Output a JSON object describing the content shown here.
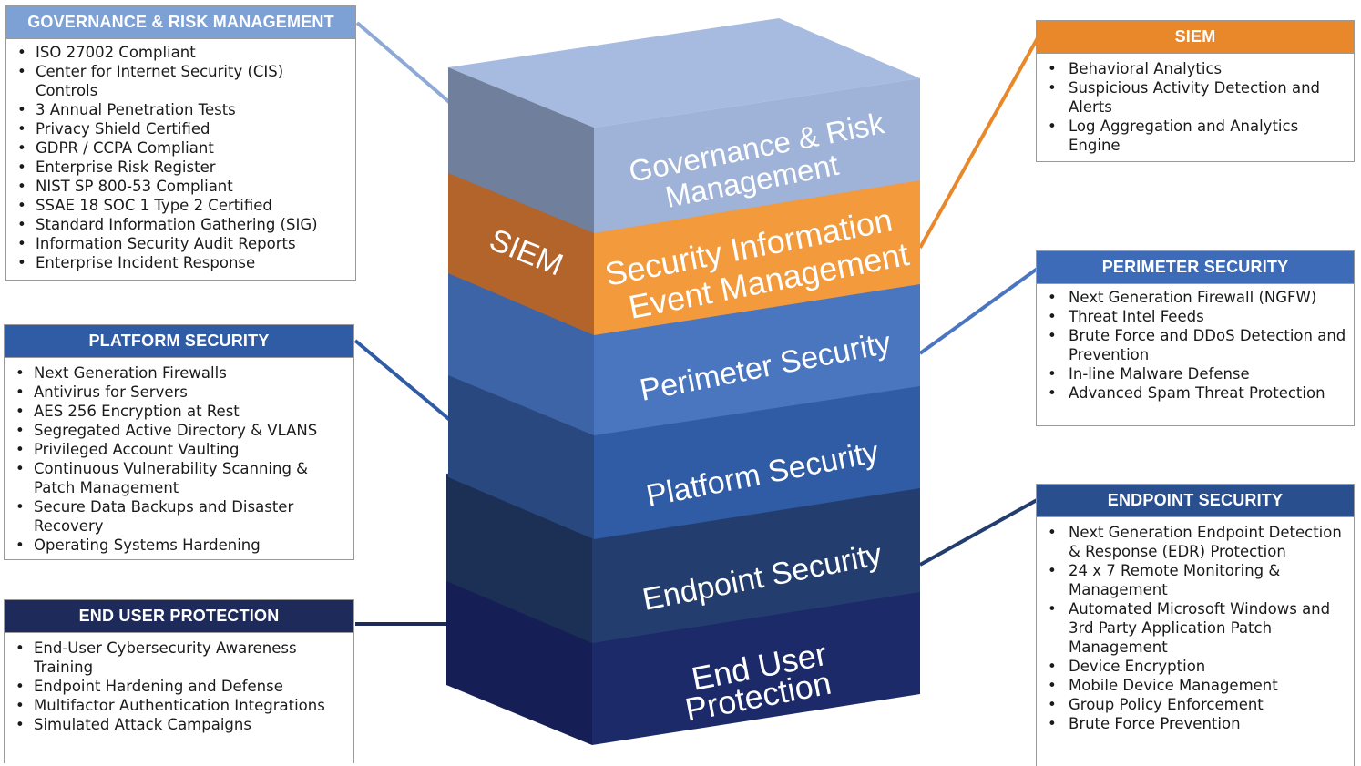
{
  "colors": {
    "governance": "#a3b7dd",
    "siem": "#f29a3c",
    "siem_header": "#e8882a",
    "perimeter": "#4a76c0",
    "platform": "#2f5ca5",
    "endpoint": "#233e6e",
    "enduser": "#1d2a6a",
    "header_blue": "#2f5ca5",
    "header_gov": "#7ea1d5",
    "header_navy": "#1d2a5a"
  },
  "layers": {
    "governance": [
      "Governance & Risk",
      "Management"
    ],
    "siem_side": "SIEM",
    "siem": [
      "Security Information",
      "Event Management"
    ],
    "perimeter": "Perimeter Security",
    "platform": "Platform Security",
    "endpoint": "Endpoint Security",
    "enduser": [
      "End User",
      "Protection"
    ]
  },
  "panels": {
    "governance": {
      "title": "GOVERNANCE & RISK MANAGEMENT",
      "items": [
        "ISO 27002 Compliant",
        "Center for Internet Security (CIS) Controls",
        "3 Annual Penetration Tests",
        "Privacy Shield Certified",
        "GDPR / CCPA Compliant",
        "Enterprise Risk Register",
        "NIST SP 800-53 Compliant",
        "SSAE 18 SOC 1 Type 2 Certified",
        "Standard Information Gathering (SIG)",
        "Information Security Audit Reports",
        "Enterprise Incident Response"
      ]
    },
    "platform": {
      "title": "PLATFORM SECURITY",
      "items": [
        "Next Generation Firewalls",
        "Antivirus for Servers",
        "AES 256 Encryption at Rest",
        "Segregated Active Directory & VLANS",
        "Privileged Account Vaulting",
        "Continuous Vulnerability Scanning & Patch Management",
        "Secure Data Backups and Disaster Recovery",
        "Operating Systems Hardening"
      ]
    },
    "enduser": {
      "title": "END USER PROTECTION",
      "items": [
        "End-User Cybersecurity Awareness Training",
        "Endpoint Hardening and Defense",
        "Multifactor Authentication Integrations",
        "Simulated Attack Campaigns"
      ]
    },
    "siem": {
      "title": "SIEM",
      "items": [
        "Behavioral Analytics",
        "Suspicious Activity Detection and Alerts",
        "Log Aggregation and Analytics Engine"
      ]
    },
    "perimeter": {
      "title": "PERIMETER SECURITY",
      "items": [
        "Next Generation Firewall (NGFW)",
        "Threat Intel Feeds",
        "Brute Force and DDoS Detection and Prevention",
        "In-line Malware Defense",
        "Advanced Spam Threat Protection"
      ]
    },
    "endpoint": {
      "title": "ENDPOINT SECURITY",
      "items": [
        "Next Generation Endpoint Detection & Response (EDR) Protection",
        "24 x 7 Remote Monitoring & Management",
        "Automated Microsoft Windows and 3rd Party Application Patch Management",
        "Device Encryption",
        "Mobile Device Management",
        "Group Policy Enforcement",
        "Brute Force Prevention"
      ]
    }
  }
}
